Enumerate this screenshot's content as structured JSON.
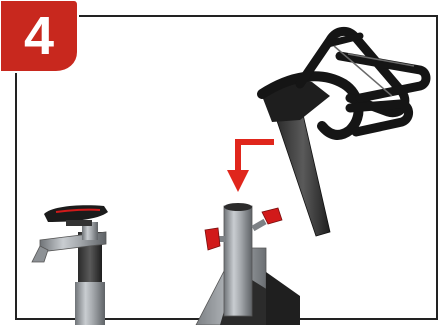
{
  "step": {
    "number": "4"
  },
  "colors": {
    "badge_red": "#c8281e",
    "arrow_red": "#e0261c",
    "frame": "#222222",
    "steel": "#a9adb1",
    "black_part": "#1b1b1b",
    "knob_red": "#d11a1a"
  },
  "icons": {
    "arrow": "down-arrow-icon",
    "handlebar": "handlebar-assembly",
    "post": "handlebar-post-socket",
    "seat": "seat-assembly"
  }
}
